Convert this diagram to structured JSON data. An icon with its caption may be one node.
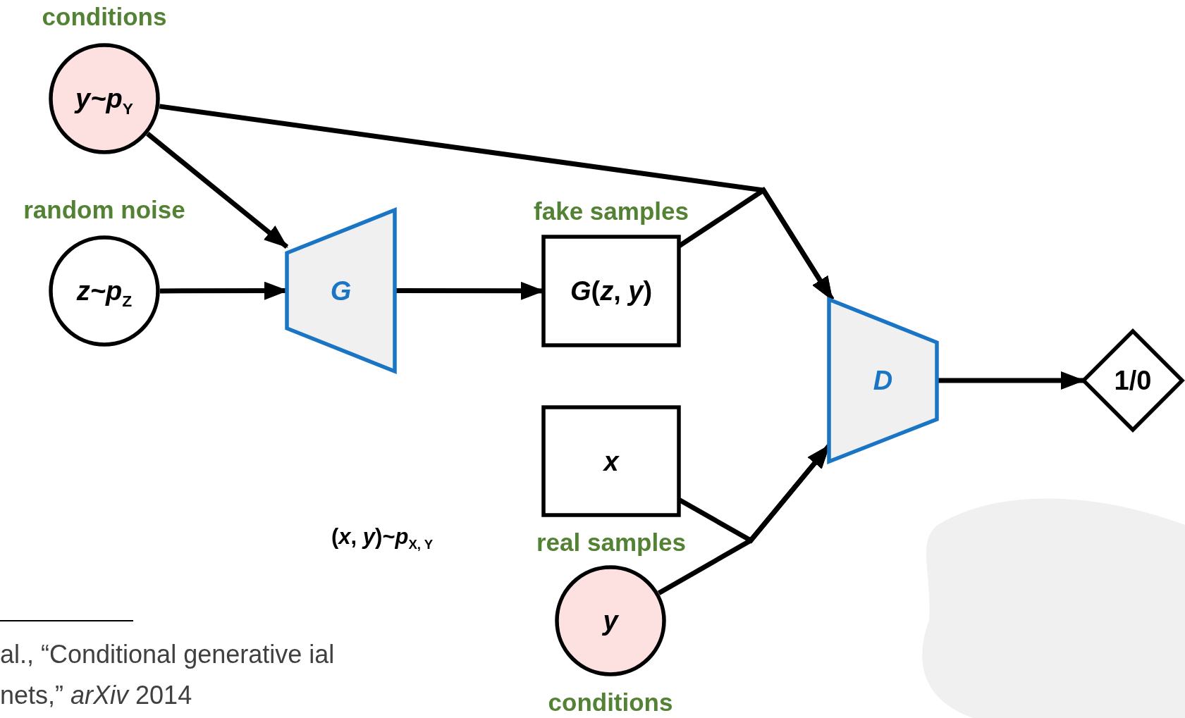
{
  "diagram": {
    "nodes": [
      {
        "text": [
          "conditions",
          "*y~p*$_{Y}$"
        ]
      },
      {
        "text": [
          "random noise",
          "*z~p*$_{Z}$"
        ]
      },
      {
        "text": [
          "G"
        ]
      },
      {
        "text": [
          "fake samples",
          "*G*(*z*, *y*)"
        ]
      },
      {
        "text": [
          "D"
        ]
      },
      {
        "text": [
          "x",
          "real samples"
        ]
      },
      {
        "text": [
          "y",
          "conditions"
        ]
      },
      {
        "text": [
          "1/0"
        ]
      }
    ],
    "edges": [
      {
        "from": 0,
        "to": 2,
        "arrow": "to"
      },
      {
        "from": 1,
        "to": 2,
        "arrow": "to"
      },
      {
        "from": 2,
        "to": 3,
        "arrow": "to"
      },
      {
        "from": 0,
        "to": 4,
        "arrow": "to"
      },
      {
        "from": 3,
        "to": 4,
        "arrow": "to"
      },
      {
        "from": 5,
        "to": 4,
        "arrow": "to"
      },
      {
        "from": 6,
        "to": 4,
        "arrow": "to"
      },
      {
        "from": 4,
        "to": 7,
        "arrow": "to"
      }
    ],
    "labels": [
      "(*x*, *y*)~*p*$_{X, Y}$",
      "al., “Conditional generative ial nets,” *arXiv* 2014"
    ]
  }
}
